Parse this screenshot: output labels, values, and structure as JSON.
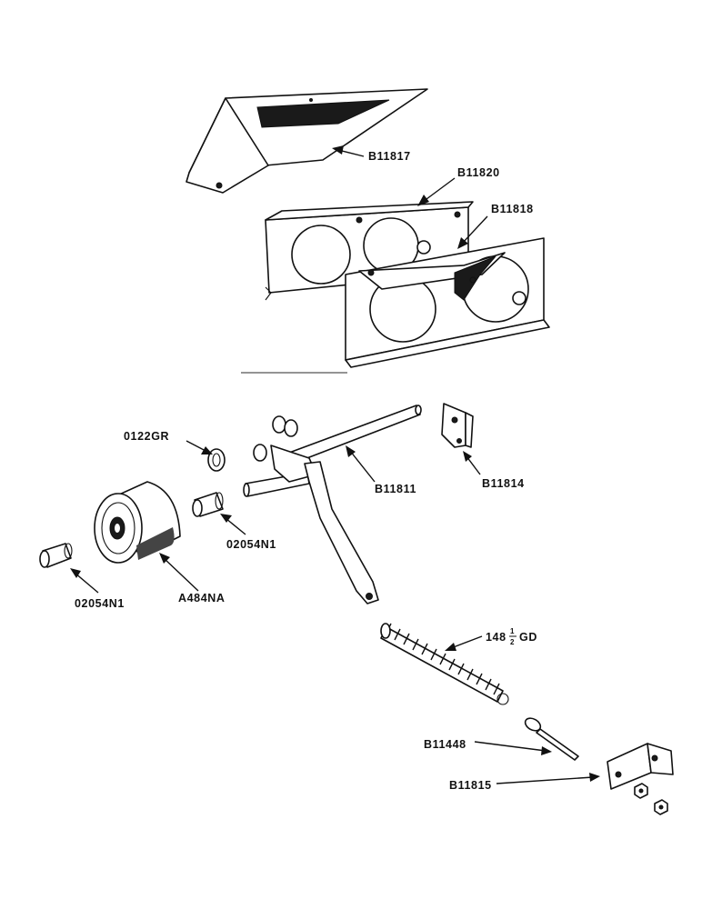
{
  "labels": {
    "p1": "B11817",
    "p2": "B11820",
    "p3": "B11818",
    "p4": "0122GR",
    "p5": "B11811",
    "p6": "B11814",
    "p7": "02054N1",
    "p8": "A484NA",
    "p9": "02054N1",
    "p10_main": "148",
    "p10_num": "1",
    "p10_den": "2",
    "p10_suffix": "GD",
    "p11": "B11448",
    "p12": "B11815"
  }
}
